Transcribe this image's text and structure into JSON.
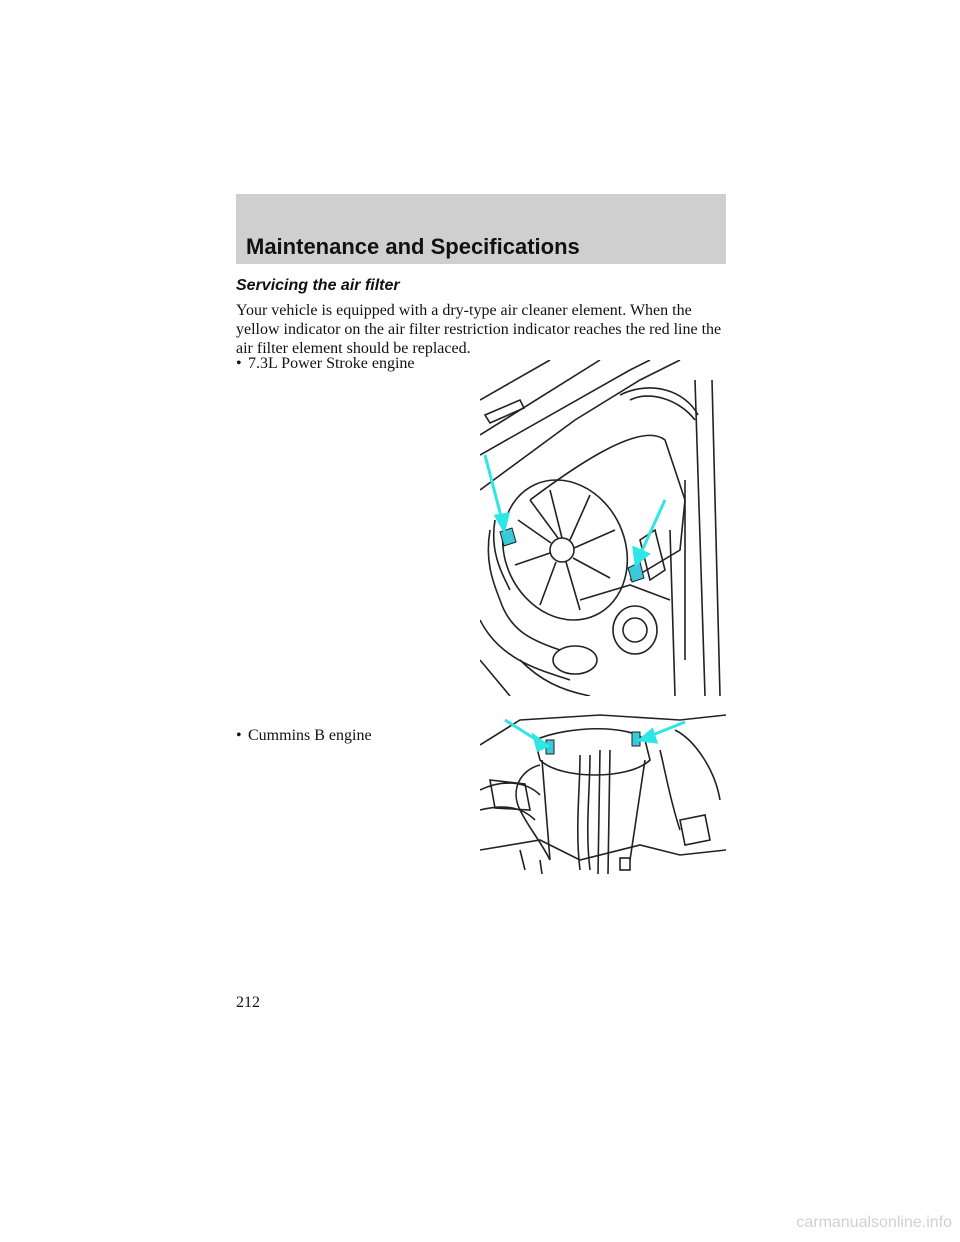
{
  "header": {
    "title": "Maintenance and Specifications"
  },
  "section": {
    "title": "Servicing the air filter"
  },
  "body": {
    "paragraph": "Your vehicle is equipped with a dry-type air cleaner element. When the yellow indicator on the air filter restriction indicator reaches the red line the air filter element should be replaced."
  },
  "bullets": [
    {
      "label": "7.3L Power Stroke engine",
      "illustration": "engine-air-filter-illustration"
    },
    {
      "label": "Cummins B engine",
      "illustration": "engine-air-filter-illustration"
    }
  ],
  "bullet_symbol": "•",
  "colors": {
    "header_band": "#cfcfcf",
    "indicator_arrow": "#2ee6e6",
    "indicator_fill": "#39c9d9"
  },
  "footer": {
    "page_number": "212"
  },
  "watermark": {
    "text": "carmanualsonline.info"
  }
}
